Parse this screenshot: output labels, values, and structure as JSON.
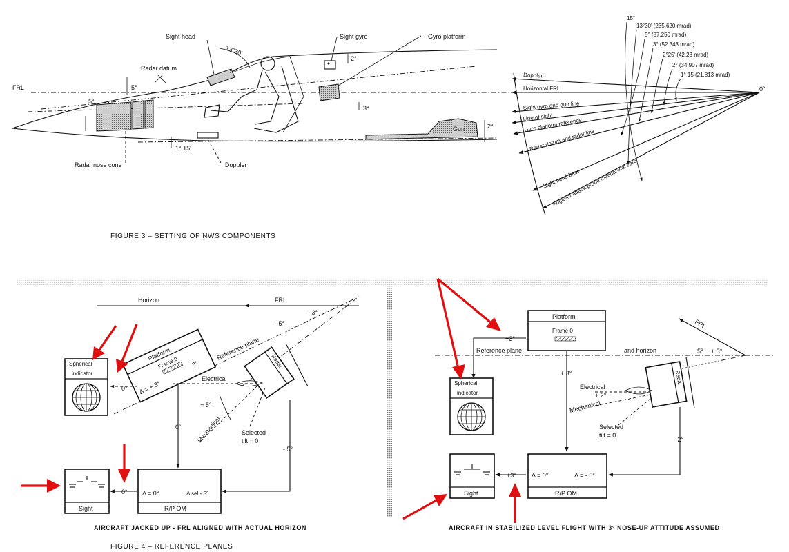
{
  "colors": {
    "ink": "#111111",
    "annotation": "#e01010",
    "hatch": "#cfcfcf"
  },
  "figure3": {
    "caption": "FIGURE 3 – SETTING OF NWS COMPONENTS",
    "aircraft_labels": {
      "frl": "FRL",
      "sight_head": "Sight head",
      "angle_13_30": "13°30'",
      "radar_datum": "Radar datum",
      "angle_5_small": "5°",
      "angle_5_large": "5°",
      "sight_gyro": "Sight gyro",
      "gyro_platform": "Gyro platform",
      "angle_2_gyro": "2°",
      "angle_3_platform": "3°",
      "gun": "Gun",
      "angle_2_gun": "2°",
      "angle_1_15": "1° 15'",
      "radar_nose_cone": "Radar nose cone",
      "doppler": "Doppler"
    },
    "angle_scale": [
      "15°",
      "13°30' (235.620 mrad)",
      "5° (87.250 mrad)",
      "3° (52.343 mrad)",
      "2°25' (42.23 mrad)",
      "2° (34.907 mrad)",
      "1° 15 (21.813 mrad)"
    ],
    "fan_lines": [
      "Doppler",
      "Horizontal FRL",
      "Sight gyro and gun line",
      "Line of sight",
      "Gyro platform reference",
      "Radar datum and radar line",
      "Sight head base",
      "Angle-of-attack probe mechanical zero"
    ],
    "zero_label": "0°"
  },
  "figure4": {
    "caption": "FIGURE 4 – REFERENCE PLANES",
    "left": {
      "caption": "AIRCRAFT JACKED UP - FRL ALIGNED WITH ACTUAL HORIZON",
      "horizon": "Horizon",
      "frl": "FRL",
      "angle_minus3": "- 3°",
      "angle_minus5": "- 5°",
      "reference_plane": "Reference plane",
      "platform": "Platform",
      "frame": "Frame 0",
      "delta_platform": "Δ = + 3°",
      "angle_3": "3°",
      "radar": "Radar",
      "spherical_indicator": [
        "Spherical",
        "indicator"
      ],
      "zero_a": "0°",
      "electrical": "Electrical",
      "plus5": "+ 5°",
      "mechanical": "Mechanical",
      "selected_tilt": [
        "Selected",
        "tilt = 0"
      ],
      "zero_b": "0°",
      "minus5_feed": "- 5°",
      "zero_c": "0°",
      "sight": "Sight",
      "delta_rp": "Δ = 0°",
      "delta_sel": "Δ sel - 5°",
      "rpom": "R/P OM"
    },
    "right": {
      "caption": "AIRCRAFT IN STABILIZED LEVEL FLIGHT WITH 3° NOSE-UP ATTITUDE ASSUMED",
      "plus3_top": "+3°",
      "platform": "Platform",
      "frame": "Frame 0",
      "reference_plane": "Reference plane",
      "and_horizon": "and horizon",
      "frl": "FRL",
      "angle_5": "5°",
      "angle_plus3": "+ 3°",
      "plus3_mid": "+ 3°",
      "spherical_indicator": [
        "Spherical",
        "indicator"
      ],
      "electrical": "Electrical",
      "plus2": "+ 2°",
      "mechanical": "Mechanical",
      "radar": "Radar",
      "selected_tilt": [
        "Selected",
        "tilt = 0"
      ],
      "minus2": "- 2°",
      "plus3_sight": "+3°",
      "sight": "Sight",
      "delta_rp": "Δ = 0°",
      "delta_sel": "Δ = - 5°",
      "rpom": "R/P OM"
    }
  }
}
